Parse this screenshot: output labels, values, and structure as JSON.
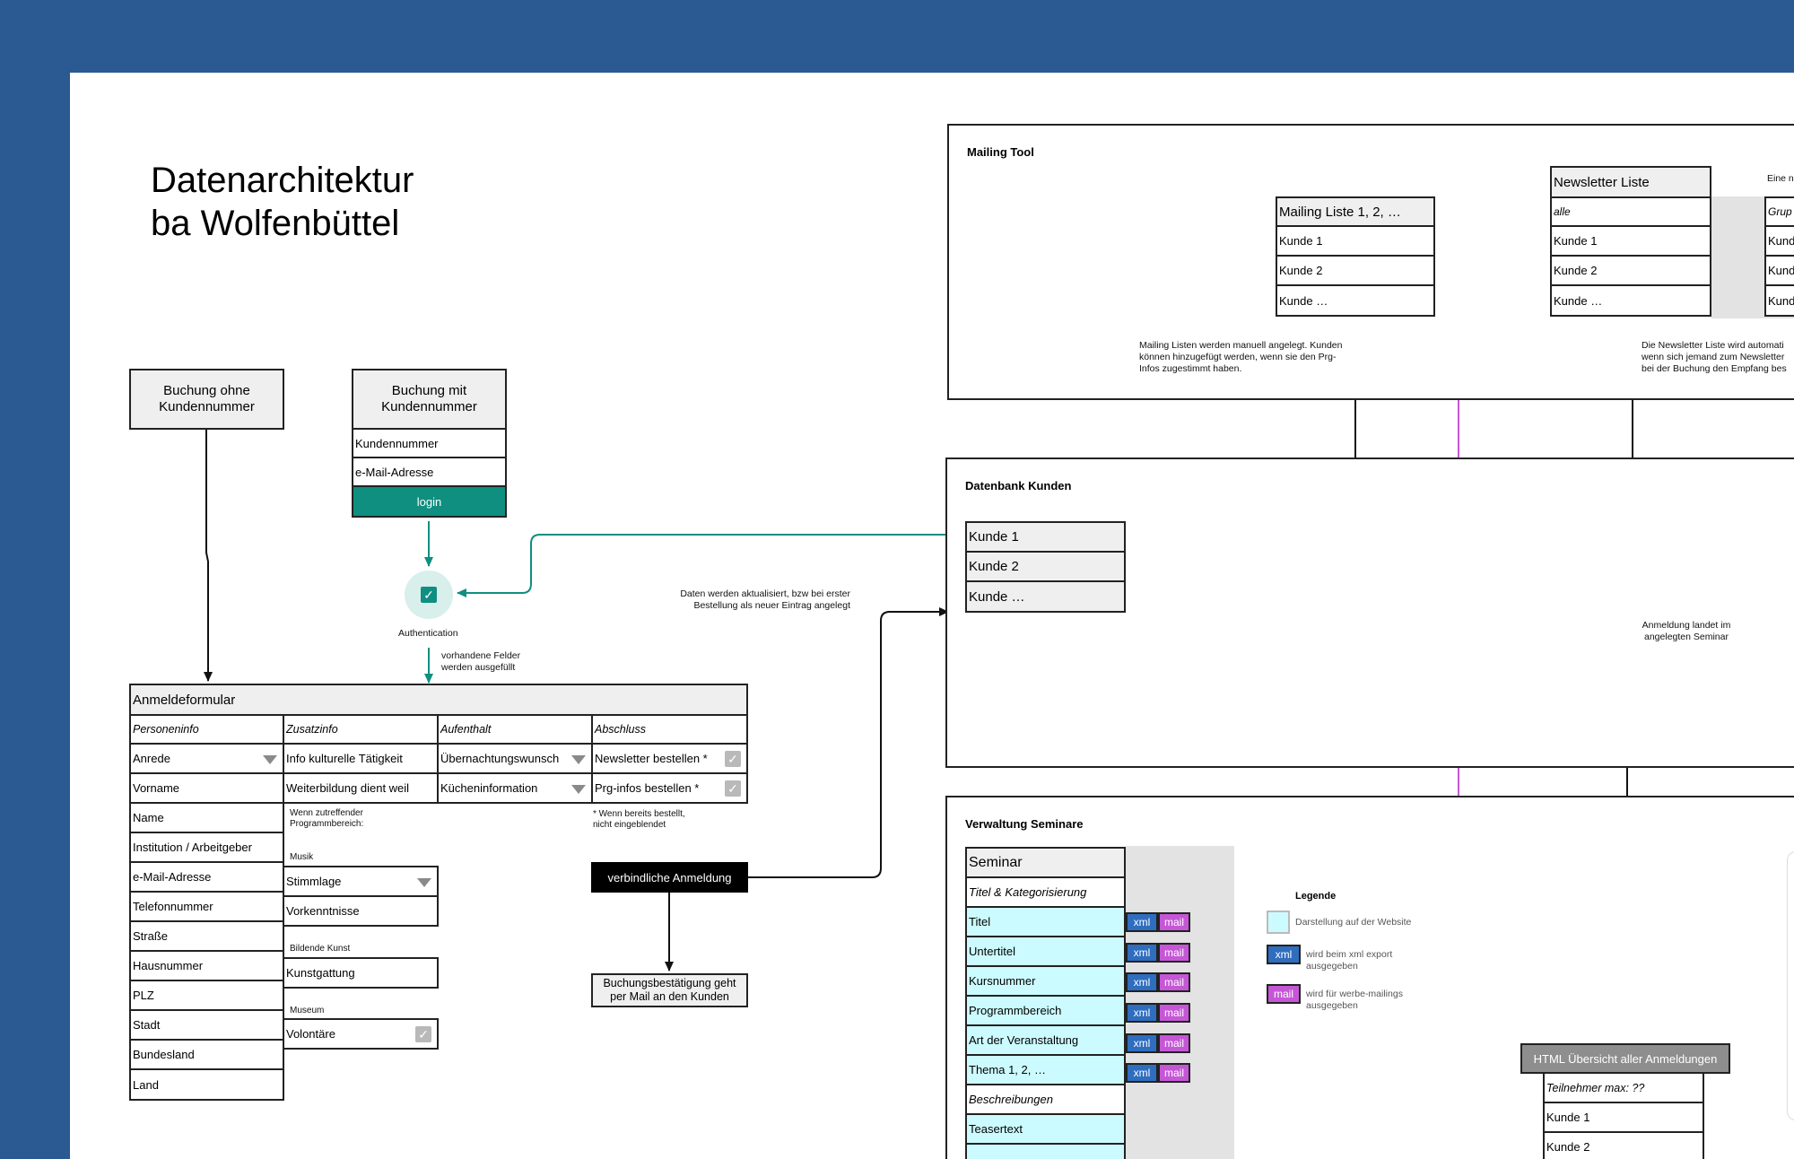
{
  "title": {
    "line1": "Datenarchitektur",
    "line2": "ba Wolfenbüttel"
  },
  "booking": {
    "without": "Buchung ohne Kundennummer",
    "with": "Buchung mit Kundennummer",
    "fields": [
      "Kundennummer",
      "e-Mail-Adresse"
    ],
    "login": "login"
  },
  "auth": {
    "label": "Authentication",
    "note": "vorhandene Felder werden ausgefüllt"
  },
  "form": {
    "title": "Anmeldeformular",
    "columns": [
      "Personeninfo",
      "Zusatzinfo",
      "Aufenthalt",
      "Abschluss"
    ],
    "person": [
      "Anrede",
      "Vorname",
      "Name",
      "Institution / Arbeitgeber",
      "e-Mail-Adresse",
      "Telefonnummer",
      "Straße",
      "Hausnummer",
      "PLZ",
      "Stadt",
      "Bundesland",
      "Land"
    ],
    "zusatz": {
      "info": "Info kulturelle Tätigkeit",
      "weiter": "Weiterbildung dient weil",
      "note": "Wenn zutreffender Programmbereich:",
      "musik": "Musik",
      "stimmlage": "Stimmlage",
      "vorkenntnisse": "Vorkenntnisse",
      "kunst": "Bildende Kunst",
      "kunstgattung": "Kunstgattung",
      "museum": "Museum",
      "volontaere": "Volontäre"
    },
    "aufenthalt": [
      "Übernachtungswunsch",
      "Kücheninformation"
    ],
    "abschluss": [
      "Newsletter bestellen *",
      "Prg-infos bestellen *"
    ],
    "abschluss_note": "* Wenn bereits bestellt, nicht eingeblendet"
  },
  "submit": {
    "label": "verbindliche Anmeldung",
    "confirm": "Buchungsbestätigung geht per Mail an den Kunden"
  },
  "update_note": "Daten werden aktualisiert, bzw bei erster Bestellung als neuer Eintrag angelegt",
  "mailing": {
    "title": "Mailing Tool",
    "list": {
      "header": "Mailing Liste 1, 2, …",
      "items": [
        "Kunde 1",
        "Kunde 2",
        "Kunde …"
      ]
    },
    "list_note": "Mailing Listen werden manuell angelegt. Kunden können hinzugefügt werden, wenn sie den Prg-Infos zugestimmt haben.",
    "newsletter": {
      "header": "Newsletter Liste",
      "sub": "alle",
      "items": [
        "Kunde 1",
        "Kunde 2",
        "Kunde …"
      ]
    },
    "group": {
      "sub": "Grup",
      "items": [
        "Kund",
        "Kund",
        "Kund"
      ]
    },
    "top_right_note": "Eine n",
    "newsletter_note": "Die Newsletter Liste wird automati wenn sich jemand zum Newsletter bei der Buchung den Empfang bes"
  },
  "db": {
    "title": "Datenbank Kunden",
    "items": [
      "Kunde 1",
      "Kunde 2",
      "Kunde …"
    ],
    "note": "Anmeldung landet im angelegten Seminar"
  },
  "seminar": {
    "title": "Verwaltung Seminare",
    "header": "Seminar",
    "group1": "Titel & Kategorisierung",
    "fields": [
      "Titel",
      "Untertitel",
      "Kursnummer",
      "Programmbereich",
      "Art der Veranstaltung",
      "Thema 1, 2, …"
    ],
    "group2": "Beschreibungen",
    "fields2": [
      "Teasertext"
    ],
    "xml": "xml",
    "mail": "mail"
  },
  "legend": {
    "title": "Legende",
    "website": "Darstellung auf der Website",
    "xml_label": "xml",
    "xml_text": "wird beim xml export ausgegeben",
    "mail_label": "mail",
    "mail_text": "wird für werbe-mailings ausgegeben"
  },
  "html_overview": {
    "title": "HTML Übersicht aller Anmeldungen",
    "sub": "Teilnehmer max: ??",
    "items": [
      "Kunde 1",
      "Kunde 2"
    ]
  },
  "colors": {
    "background": "#2a5a91",
    "teal": "#0f8f80",
    "purple": "#c557d6",
    "xml": "#2f6dbf"
  }
}
